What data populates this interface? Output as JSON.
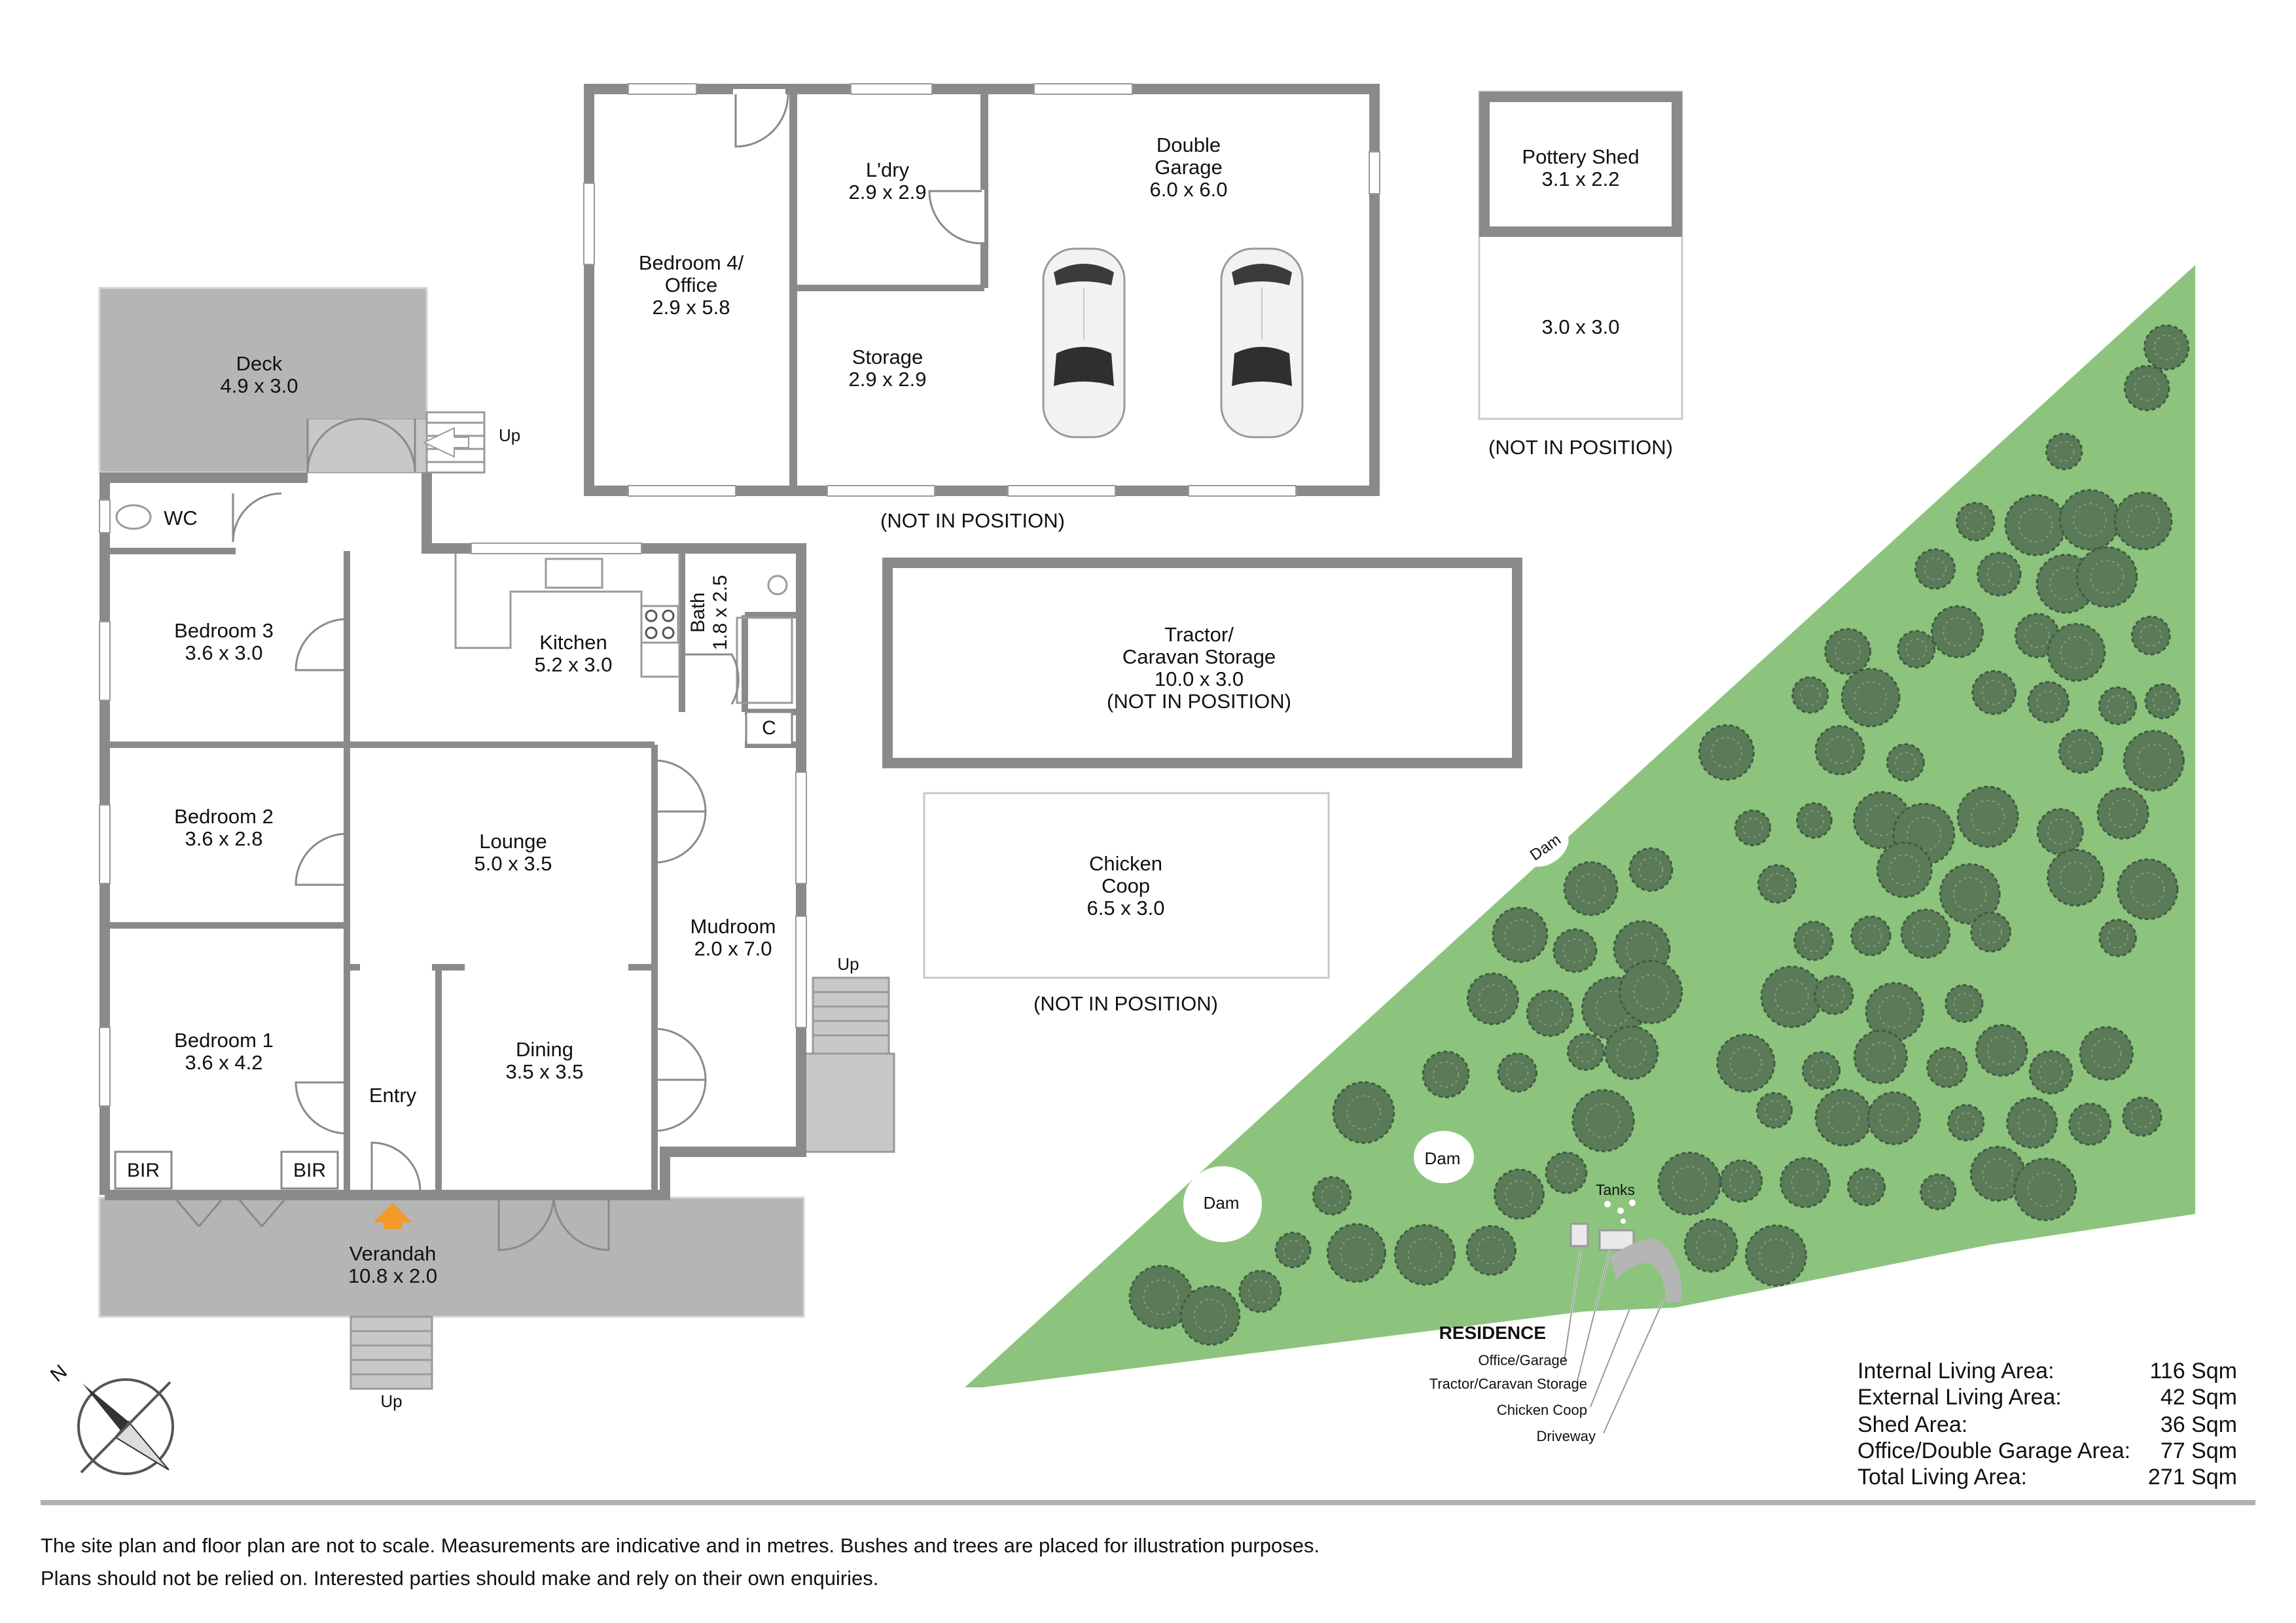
{
  "rooms": {
    "deck": {
      "name": "Deck",
      "size": "4.9 x 3.0"
    },
    "wc": {
      "name": "WC"
    },
    "bedroom3": {
      "name": "Bedroom 3",
      "size": "3.6 x 3.0"
    },
    "bedroom2": {
      "name": "Bedroom 2",
      "size": "3.6 x 2.8"
    },
    "bedroom1": {
      "name": "Bedroom 1",
      "size": "3.6 x 4.2"
    },
    "bir": "BIR",
    "entry": {
      "name": "Entry"
    },
    "kitchen": {
      "name": "Kitchen",
      "size": "5.2 x 3.0"
    },
    "bath": {
      "name": "Bath",
      "size": "1.8 x 2.5"
    },
    "cupboard": "C",
    "lounge": {
      "name": "Lounge",
      "size": "5.0 x 3.5"
    },
    "dining": {
      "name": "Dining",
      "size": "3.5 x 3.5"
    },
    "mudroom": {
      "name": "Mudroom",
      "size": "2.0 x 7.0"
    },
    "verandah": {
      "name": "Verandah",
      "size": "10.8 x 2.0"
    },
    "bedroom4": {
      "name_line1": "Bedroom 4/",
      "name_line2": "Office",
      "size": "2.9 x 5.8"
    },
    "laundry": {
      "name": "L'dry",
      "size": "2.9 x 2.9"
    },
    "storage": {
      "name": "Storage",
      "size": "2.9 x 2.9"
    },
    "garage": {
      "name_line1": "Double",
      "name_line2": "Garage",
      "size": "6.0 x 6.0"
    },
    "pottery": {
      "name": "Pottery Shed",
      "size": "3.1 x 2.2"
    },
    "shed_annex": {
      "size": "3.0 x 3.0"
    },
    "tractor": {
      "name_line1": "Tractor/",
      "name_line2": "Caravan Storage",
      "size": "10.0 x 3.0"
    },
    "coop": {
      "name_line1": "Chicken",
      "name_line2": "Coop",
      "size": "6.5 x 3.0"
    }
  },
  "not_in_position": "(NOT IN POSITION)",
  "up": "Up",
  "site": {
    "dam": "Dam",
    "tanks": "Tanks",
    "residence": "RESIDENCE",
    "callouts": [
      "Office/Garage",
      "Tractor/Caravan Storage",
      "Chicken Coop",
      "Driveway"
    ]
  },
  "areas": [
    {
      "label": "Internal Living Area:",
      "value": "116 Sqm"
    },
    {
      "label": "External Living Area:",
      "value": "42 Sqm"
    },
    {
      "label": "Shed Area:",
      "value": "36 Sqm"
    },
    {
      "label": "Office/Double Garage Area:",
      "value": "77 Sqm"
    },
    {
      "label": "Total Living Area:",
      "value": "271 Sqm"
    }
  ],
  "disclaimer": {
    "line1": "The site plan and floor plan are not to scale. Measurements are indicative and in metres. Bushes and trees are placed for illustration purposes.",
    "line2": "Plans should not be relied on. Interested parties should make and rely on their own enquiries."
  },
  "compass": {
    "north": "N"
  },
  "colors": {
    "wall": "#8a8a8a",
    "paving": "#b5b5b5",
    "site_green": "#8cc47e",
    "tree": "#4a6b4a",
    "entry_arrow": "#f39a2b"
  }
}
